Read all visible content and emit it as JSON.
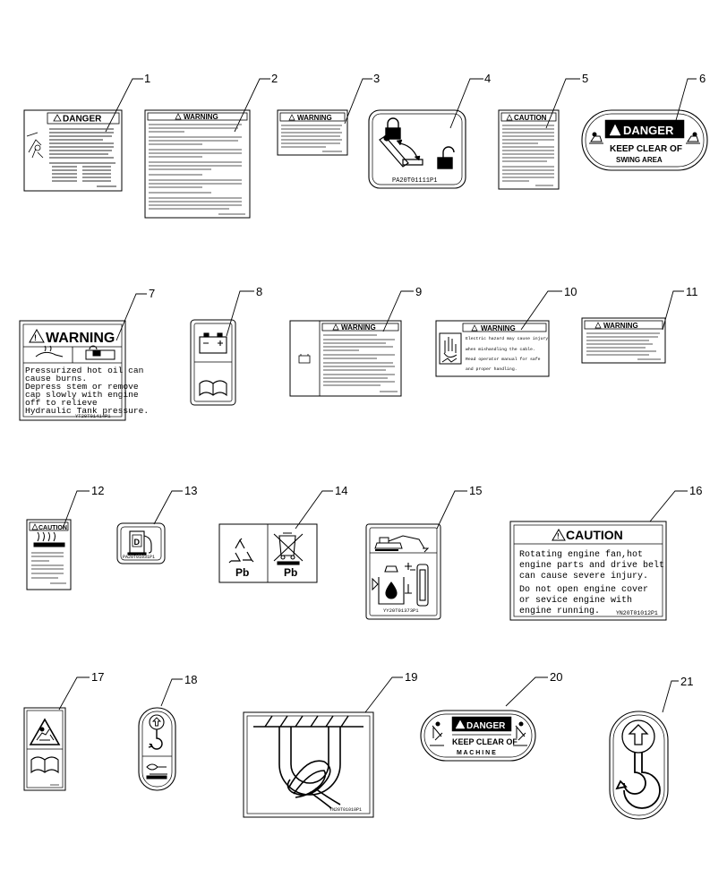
{
  "callouts": [
    "1",
    "2",
    "3",
    "4",
    "5",
    "6",
    "7",
    "8",
    "9",
    "10",
    "11",
    "12",
    "13",
    "14",
    "15",
    "16",
    "17",
    "18",
    "19",
    "20",
    "21"
  ],
  "decals": {
    "d1": {
      "header": "DANGER"
    },
    "d2": {
      "header": "WARNING"
    },
    "d3": {
      "header": "WARNING"
    },
    "d4": {
      "code": "PA20T01111P1"
    },
    "d5": {
      "header": "CAUTION"
    },
    "d6": {
      "header": "DANGER",
      "line1": "KEEP CLEAR OF",
      "line2": "SWING   AREA"
    },
    "d7": {
      "header": "WARNING",
      "lines": [
        "Pressurized hot oil can",
        "cause burns.",
        "Depress stem or remove",
        "cap slowly with engine",
        "off to relieve",
        "Hydraulic Tank pressure."
      ],
      "code": "YT20T01414P1"
    },
    "d9": {
      "header": "WARNING"
    },
    "d10": {
      "header": "WARNING",
      "lines": [
        "Electric hazard may cause injury",
        "when mishandling the cable.",
        "Read operator manual for safe",
        "and proper handling."
      ]
    },
    "d11": {
      "header": "WARNING"
    },
    "d12": {
      "header": "CAUTION"
    },
    "d13": {
      "code": "PA20T01031P1"
    },
    "d14": {
      "pb1": "Pb",
      "pb2": "Pb"
    },
    "d15": {
      "code": "YY20T01373P1"
    },
    "d16": {
      "header": "CAUTION",
      "lines": [
        "Rotating engine fan,hot",
        "engine parts and drive belt",
        "can cause severe injury.",
        "",
        "Do not open engine cover",
        "or sevice engine with",
        "engine running."
      ],
      "code": "YN20T01012P1"
    },
    "d19": {
      "code": "YN20T01010P1"
    },
    "d20": {
      "header": "DANGER",
      "line1": "KEEP CLEAR OF",
      "line2": "M A C H I N E"
    }
  }
}
